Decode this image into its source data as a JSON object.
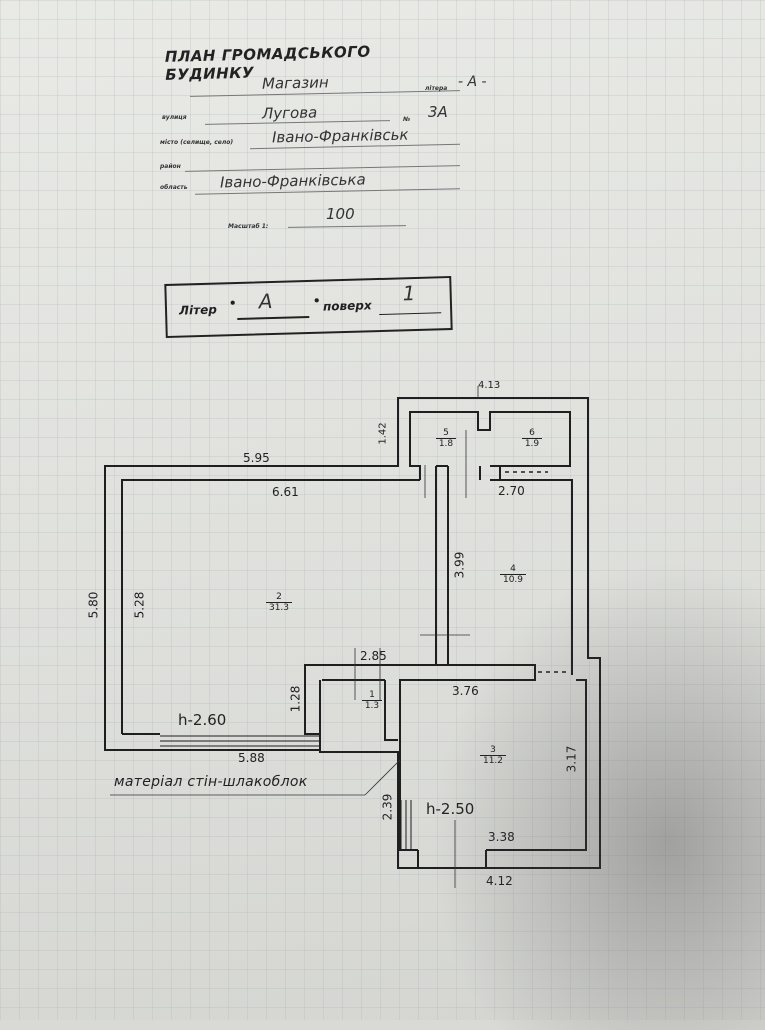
{
  "header": {
    "title": "ПЛАН ГРОМАДСЬКОГО БУДИНКУ",
    "object_name": "Магазин",
    "liter_label": "літера",
    "liter_value": "- А -",
    "street_label": "вулиця",
    "street_value": "Лугова",
    "number_label": "№",
    "number_value": "3А",
    "city_label": "місто (селище, село)",
    "city_value": "Івано-Франківськ",
    "district_label": "район",
    "district_value": "",
    "region_label": "область",
    "region_value": "Івано-Франківська",
    "scale_label": "Масштаб 1:",
    "scale_value": "100"
  },
  "floor_box": {
    "liter_label": "Літер",
    "liter_value": "А",
    "floor_label": "поверх",
    "floor_value": "1"
  },
  "plan": {
    "dims": {
      "top_right_width": "4.13",
      "upper_height": "1.42",
      "left_top": "5.95",
      "left_inner_top": "6.61",
      "right_inner_top": "2.70",
      "left_outer_height": "5.80",
      "left_inner_height": "5.28",
      "partition_length": "3.99",
      "vestibule_width": "2.85",
      "vestibule_height": "1.28",
      "hall_bottom": "5.88",
      "room3_top": "3.76",
      "room3_right": "3.17",
      "entrance_height": "2.39",
      "room3_inner_bottom": "3.38",
      "room3_outer_bottom": "4.12"
    },
    "heights": {
      "hall": "h-2.60",
      "room3": "h-2.50"
    },
    "rooms": [
      {
        "number": "1",
        "area": "1.3"
      },
      {
        "number": "2",
        "area": "31.3"
      },
      {
        "number": "3",
        "area": "11.2"
      },
      {
        "number": "4",
        "area": "10.9"
      },
      {
        "number": "5",
        "area": "1.8"
      },
      {
        "number": "6",
        "area": "1.9"
      }
    ],
    "material_note": "матеріал стін-шлакоблок"
  }
}
